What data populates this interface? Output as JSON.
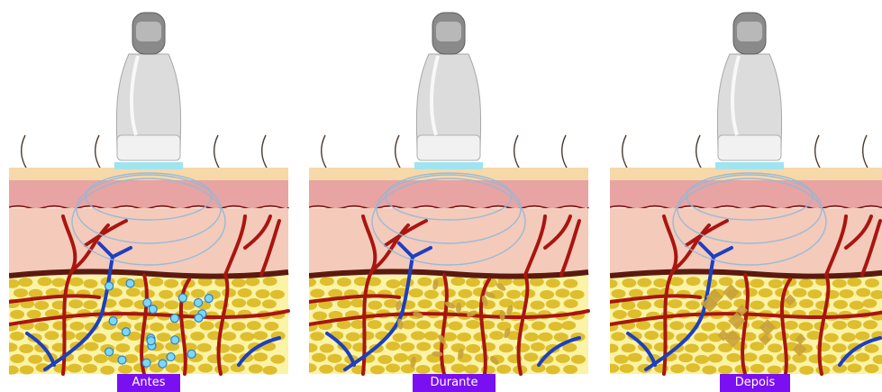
{
  "panels": [
    {
      "id": "antes",
      "label": "Antes",
      "stage": "before"
    },
    {
      "id": "durante",
      "label": "Durante",
      "stage": "during"
    },
    {
      "id": "depois",
      "label": "Depois",
      "stage": "after"
    }
  ],
  "colors": {
    "caption_bg": "#7a10f2",
    "epidermis": "#f7d8a9",
    "dermis_top": "#e8a3a3",
    "dermis": "#f4cabb",
    "fat_bg": "#fbf3a6",
    "fat_cell": "#d8b417",
    "artery": "#a8160f",
    "vein": "#1d3fc0",
    "applicator_tip": "#9fe4ee"
  },
  "icons": [
    "ultrasound-applicator-icon",
    "ultrasound-wave-icon",
    "hair-icon"
  ]
}
